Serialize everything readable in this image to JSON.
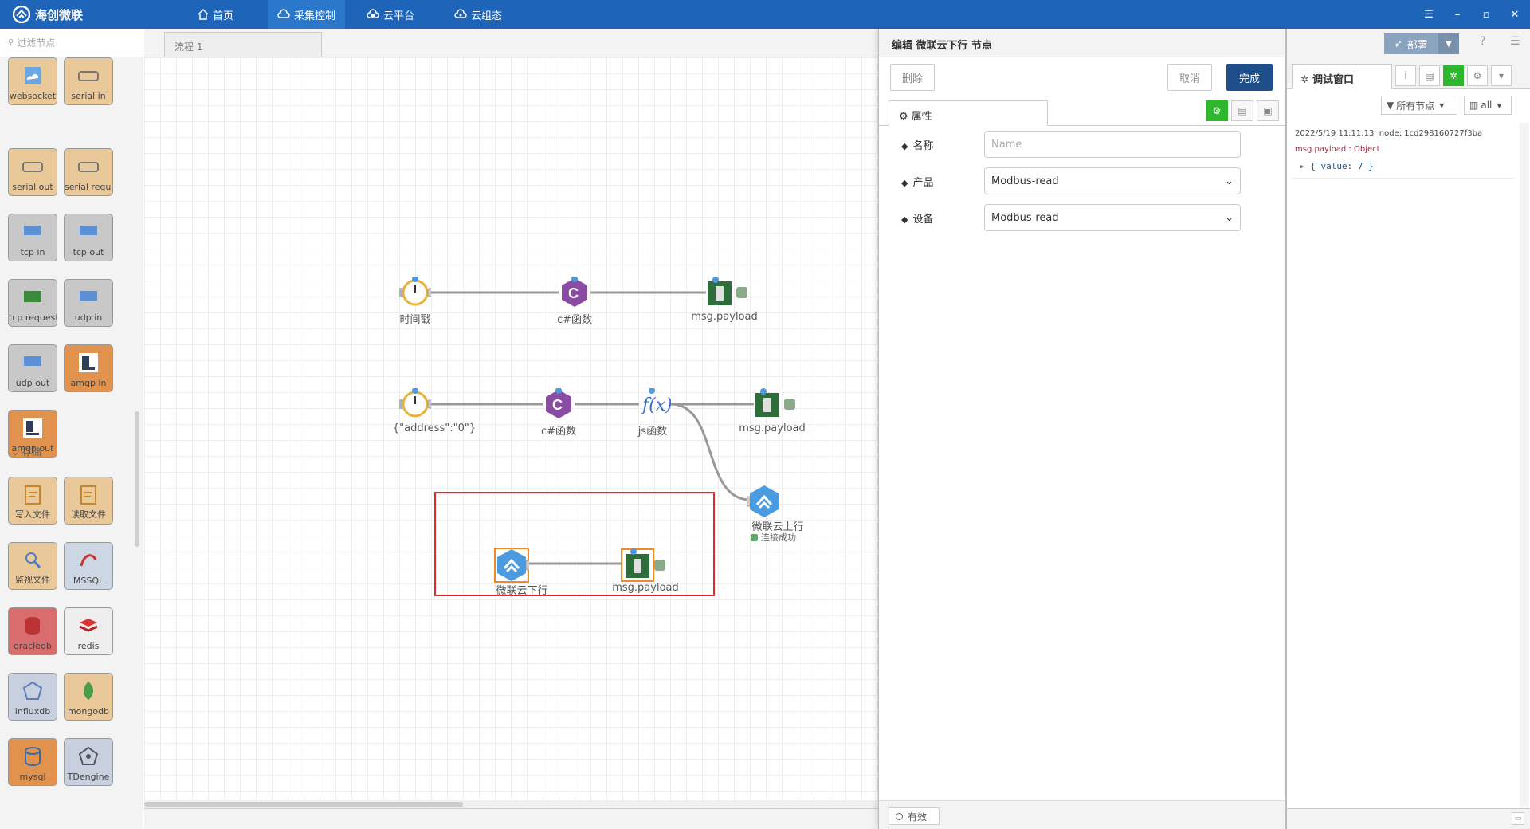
{
  "app": {
    "title": "海创微联"
  },
  "nav": [
    {
      "label": "首页",
      "icon": "home-icon"
    },
    {
      "label": "采集控制",
      "icon": "cloud-gear-icon",
      "active": true
    },
    {
      "label": "云平台",
      "icon": "cloud-platform-icon"
    },
    {
      "label": "云组态",
      "icon": "cloud-config-icon"
    }
  ],
  "palette": {
    "filter_placeholder": "过滤节点",
    "category_storage": "存储",
    "nodes": [
      {
        "label": "websocket"
      },
      {
        "label": "serial in"
      },
      {
        "label": "serial out"
      },
      {
        "label": "serial reque"
      },
      {
        "label": "tcp in"
      },
      {
        "label": "tcp out"
      },
      {
        "label": "tcp request"
      },
      {
        "label": "udp in"
      },
      {
        "label": "udp out"
      },
      {
        "label": "amqp in"
      },
      {
        "label": "amqp out"
      },
      {
        "label": "写入文件"
      },
      {
        "label": "读取文件"
      },
      {
        "label": "监视文件"
      },
      {
        "label": "MSSQL"
      },
      {
        "label": "oracledb"
      },
      {
        "label": "redis"
      },
      {
        "label": "influxdb"
      },
      {
        "label": "mongodb"
      },
      {
        "label": "mysql"
      },
      {
        "label": "TDengine"
      }
    ]
  },
  "workspace": {
    "tab": "流程 1",
    "nodes": [
      {
        "label": "时间戳"
      },
      {
        "label": "c#函数"
      },
      {
        "label": "msg.payload"
      },
      {
        "label": "{\"address\":\"0\"}"
      },
      {
        "label": "c#函数"
      },
      {
        "label": "js函数"
      },
      {
        "label": "msg.payload"
      },
      {
        "label": "微联云上行"
      },
      {
        "label": "微联云下行"
      },
      {
        "label": "msg.payload"
      }
    ],
    "uplink_status": "连接成功"
  },
  "editor": {
    "title": "编辑 微联云下行 节点",
    "delete": "删除",
    "cancel": "取消",
    "done": "完成",
    "tab": "属性",
    "fields": {
      "name_label": "名称",
      "name_placeholder": "Name",
      "product_label": "产品",
      "product_value": "Modbus-read",
      "device_label": "设备",
      "device_value": "Modbus-read"
    },
    "enabled": "有效"
  },
  "sidebar": {
    "deploy": "部署",
    "tab": "调试窗口",
    "filter_nodes": "所有节点",
    "filter_all": "all",
    "message": {
      "time": "2022/5/19 11:11:13",
      "node": "node: 1cd298160727f3ba",
      "topic": "msg.payload : Object",
      "value": "{ value: 7 }"
    }
  },
  "colors": {
    "topbar": "#1e64b8",
    "primary_button": "#1e4f8a",
    "debug_active": "#2eb82e",
    "selection": "#e32828"
  }
}
